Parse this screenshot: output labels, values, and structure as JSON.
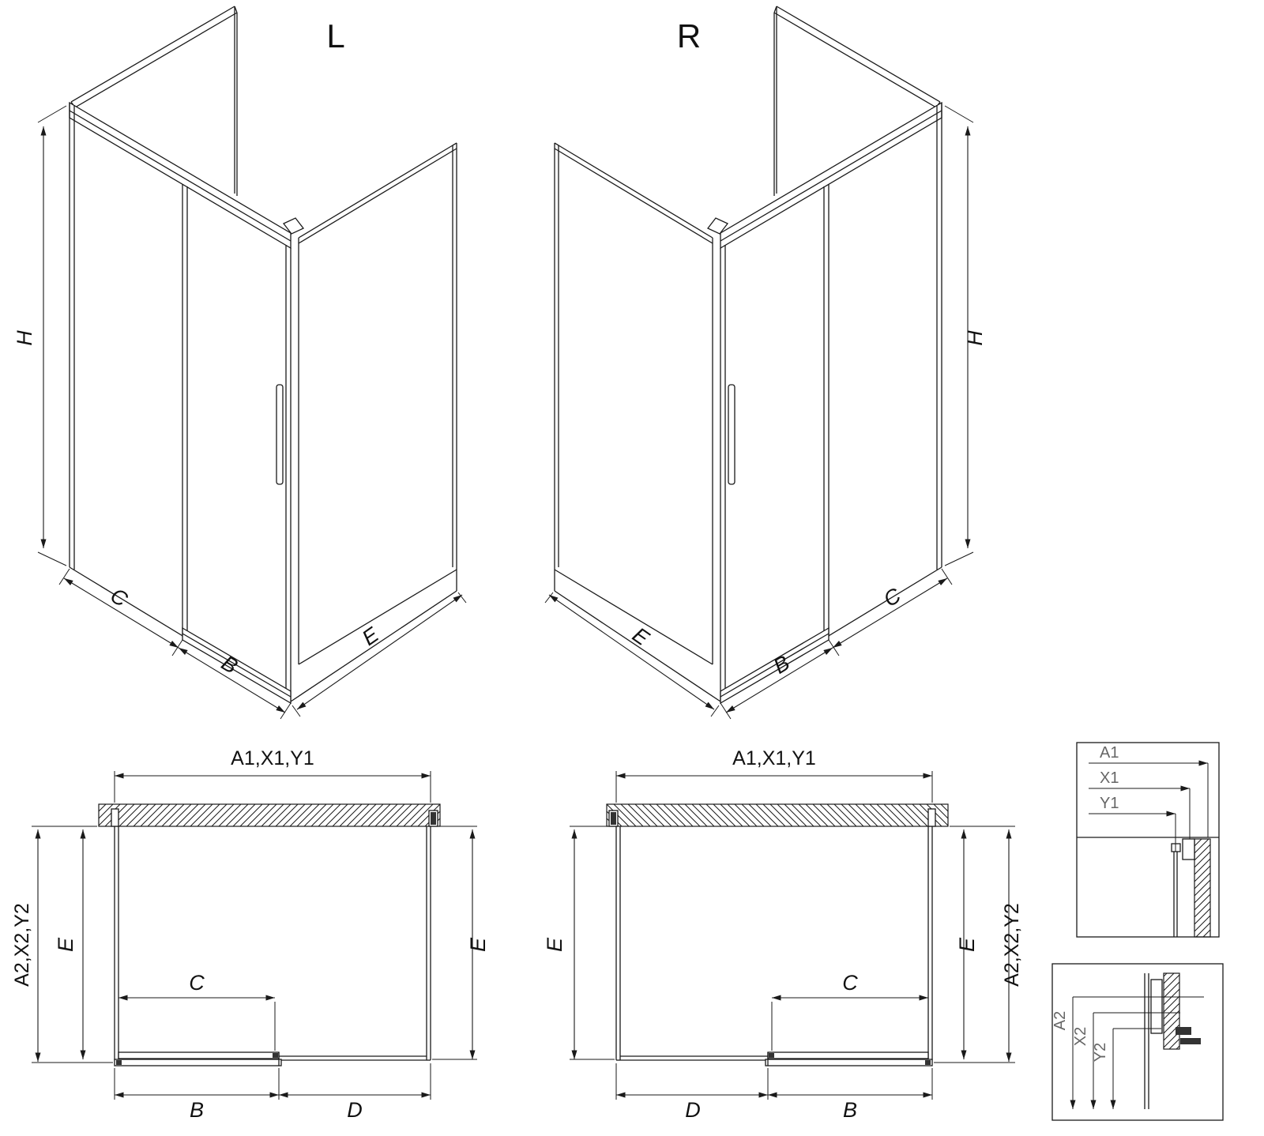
{
  "drawing": {
    "iso_left": {
      "title": "L",
      "h": "H",
      "c": "C",
      "b": "B",
      "e": "E"
    },
    "iso_right": {
      "title": "R",
      "h": "H",
      "c": "C",
      "b": "B",
      "e": "E"
    },
    "plan_left": {
      "top": "A1,X1,Y1",
      "side": "A2,X2,Y2",
      "e_left": "E",
      "e_right": "E",
      "c": "C",
      "b": "B",
      "d": "D"
    },
    "plan_right": {
      "top": "A1,X1,Y1",
      "side": "A2,X2,Y2",
      "e_left": "E",
      "e_right": "E",
      "c": "C",
      "b": "B",
      "d": "D"
    },
    "detail_top": {
      "a1": "A1",
      "x1": "X1",
      "y1": "Y1"
    },
    "detail_bottom": {
      "a2": "A2",
      "x2": "X2",
      "y2": "Y2"
    }
  },
  "colors": {
    "line": "#1a1a1a",
    "background": "#ffffff",
    "detail_label": "#666666"
  }
}
